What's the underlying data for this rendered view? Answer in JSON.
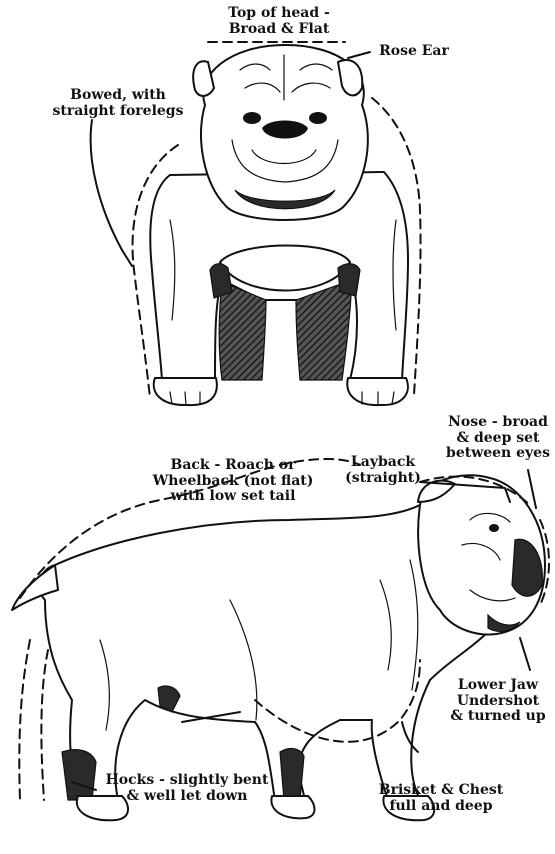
{
  "labels": {
    "top_of_head": [
      "Top of head -",
      "Broad & Flat"
    ],
    "rose_ear": [
      "Rose Ear"
    ],
    "bowed_forelegs": [
      "Bowed, with",
      "straight forelegs"
    ],
    "back": [
      "Back - Roach or",
      "Wheelback (not flat)",
      "with low set tail"
    ],
    "layback": [
      "Layback",
      "(straight)"
    ],
    "nose": [
      "Nose - broad",
      "& deep set",
      "between eyes"
    ],
    "lower_jaw": [
      "Lower Jaw",
      "Undershot",
      "& turned up"
    ],
    "hocks": [
      "Hocks - slightly bent",
      "& well let down"
    ],
    "brisket": [
      "Brisket & Chest",
      "full and deep"
    ]
  },
  "colors": {
    "ink": "#111111",
    "paper": "#ffffff",
    "shade": "#2a2a2a"
  }
}
